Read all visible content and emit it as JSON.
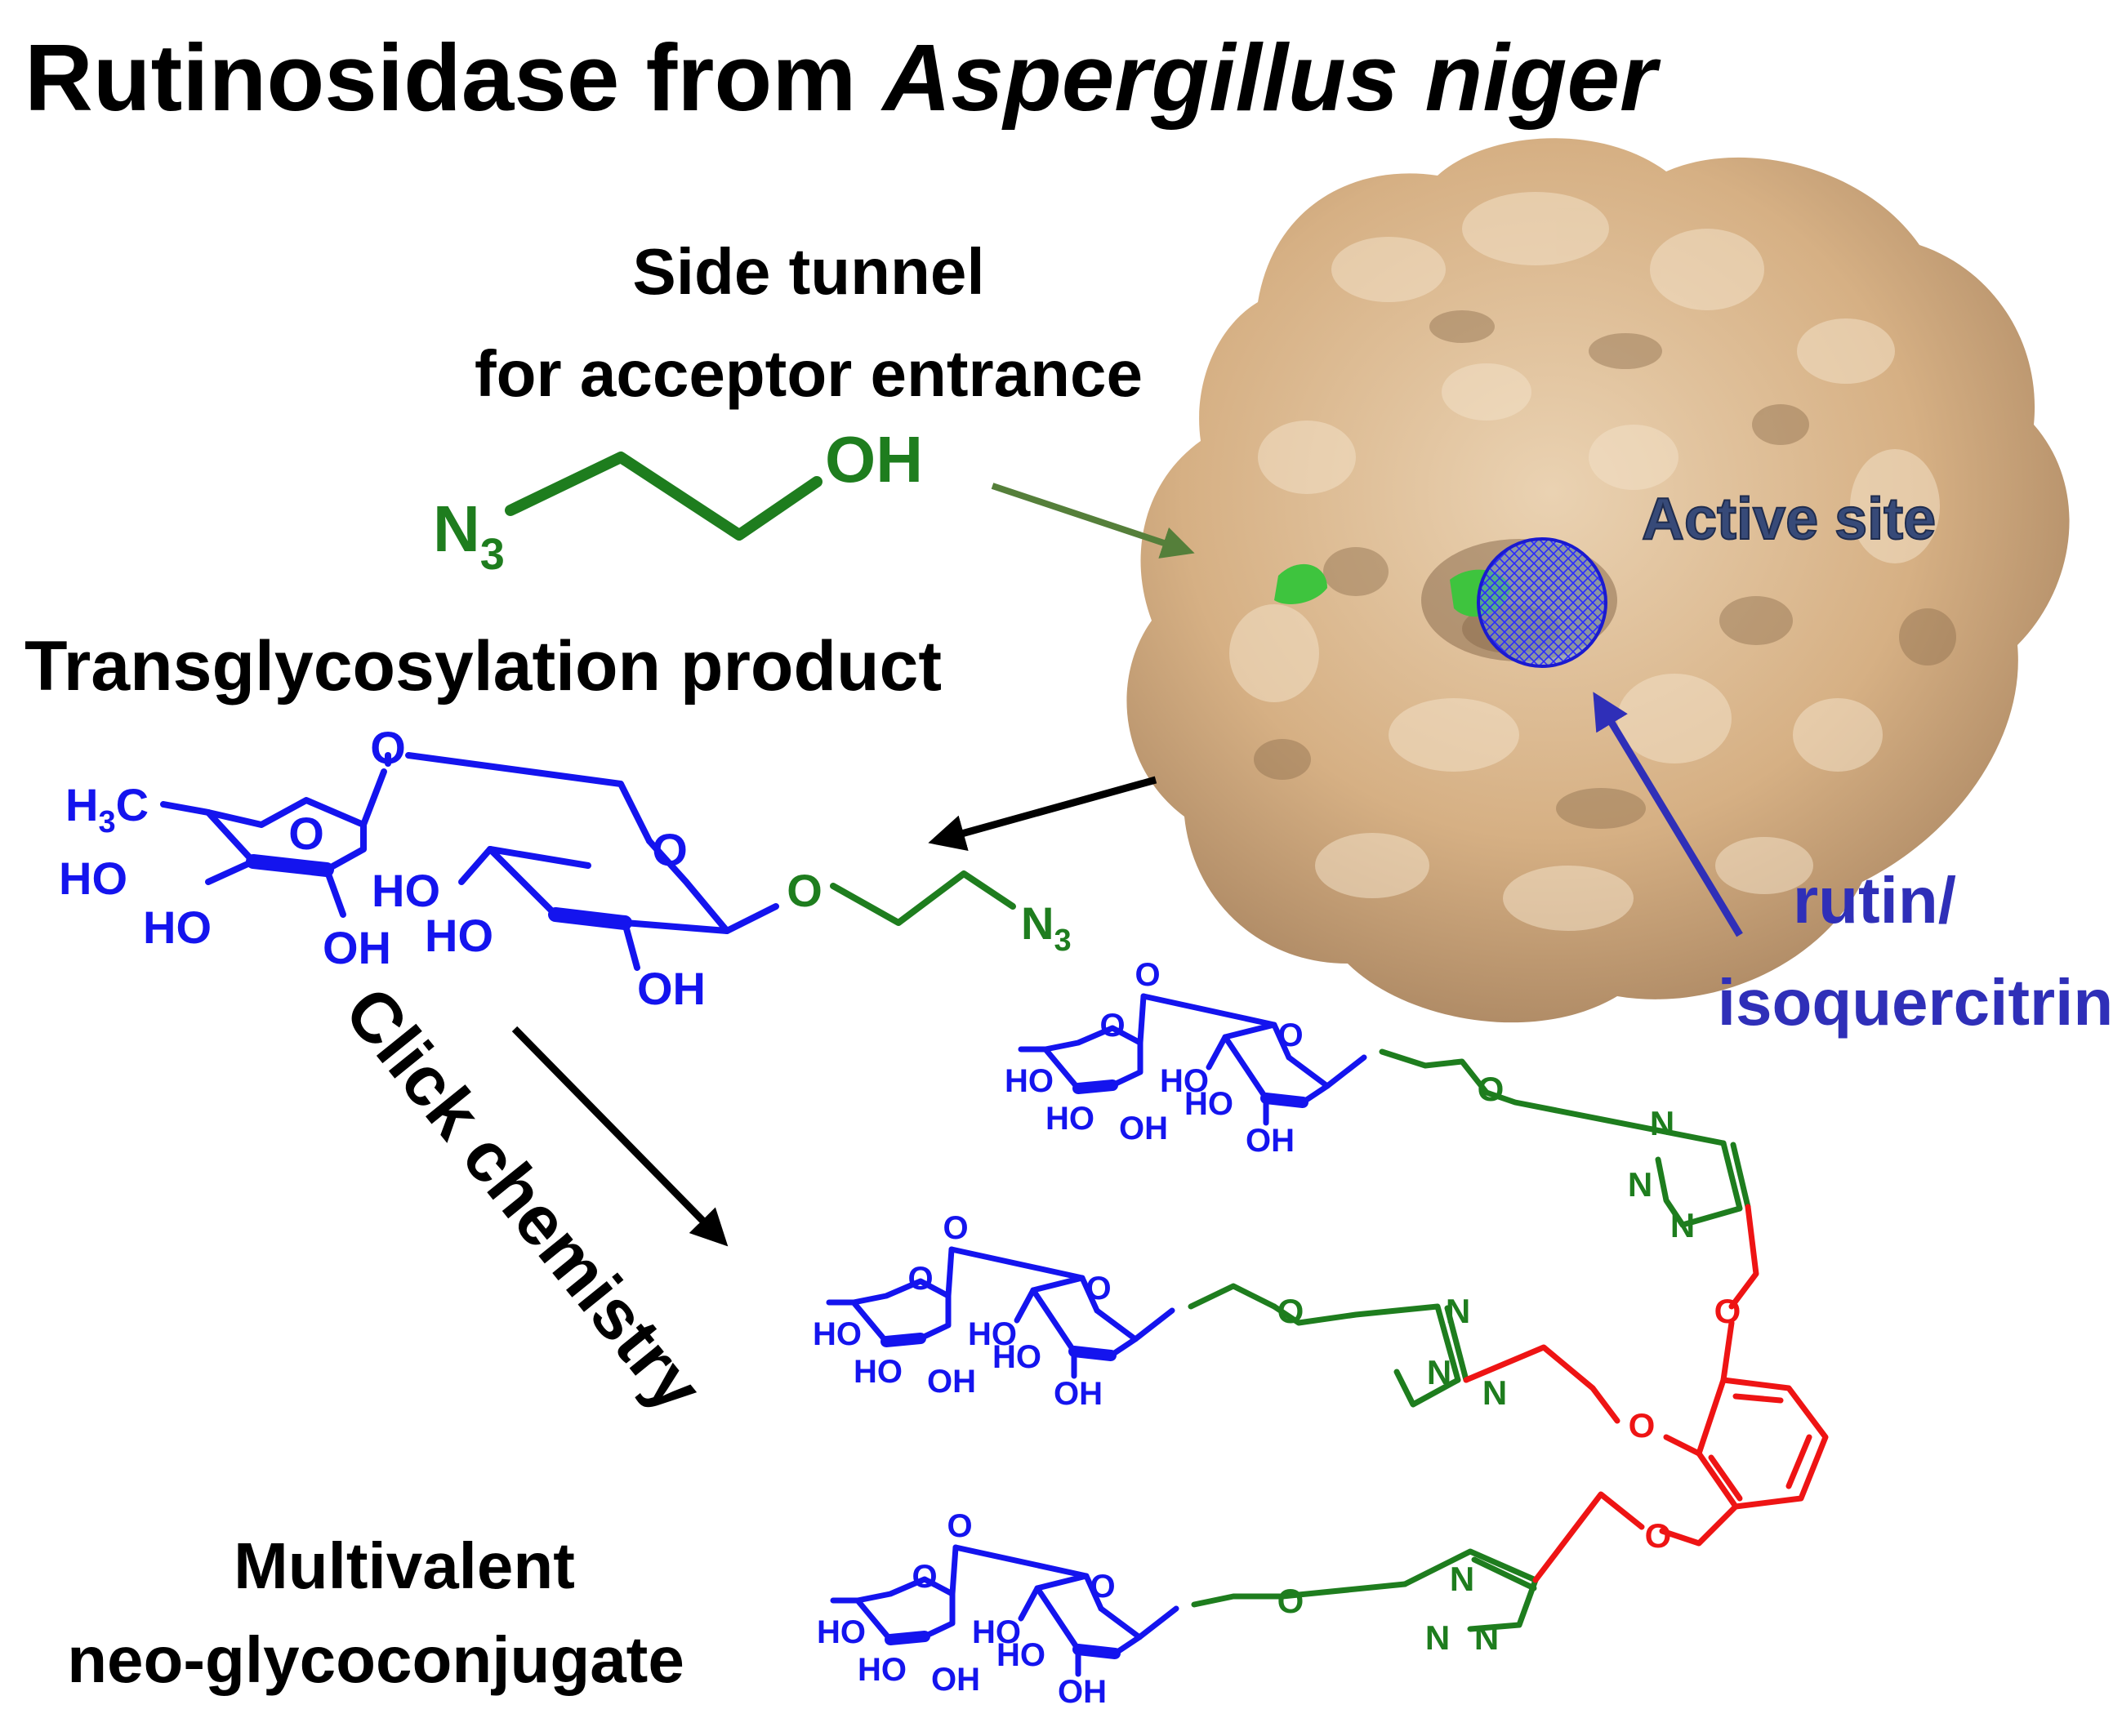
{
  "title": {
    "main": "Rutinosidase from ",
    "species": "Aspergillus niger"
  },
  "side_tunnel": {
    "line1": "Side tunnel",
    "line2": "for acceptor entrance"
  },
  "acceptor": {
    "oh": "OH",
    "n": "N",
    "sub3": "3"
  },
  "active_site": "Active site",
  "donor": {
    "line1": "rutin/",
    "line2": "isoquercitrin"
  },
  "transglycosylation_label": "Transglycosylation product",
  "click_label": "Click chemistry",
  "multivalent": {
    "line1": "Multivalent",
    "line2": "neo-glycoconjugate"
  },
  "product_atoms": {
    "o": "O",
    "ho": "HO",
    "oh": "OH",
    "h3c_h": "H",
    "h3c_3": "3",
    "h3c_c": "C",
    "n": "N",
    "sub3": "3"
  },
  "conjugate_atoms": {
    "o": "O",
    "ho": "HO",
    "oh": "OH",
    "n": "N",
    "triazole_n2": "N",
    "triazole_n3": "N"
  },
  "colors": {
    "sugar": "#1414ee",
    "linker": "#1e7d1e",
    "core": "#ee1414",
    "protein": "#d9b48a",
    "arrow_green": "#557f3a",
    "arrow_blue": "#2f2fb8",
    "active_site_text": "#374a78"
  }
}
